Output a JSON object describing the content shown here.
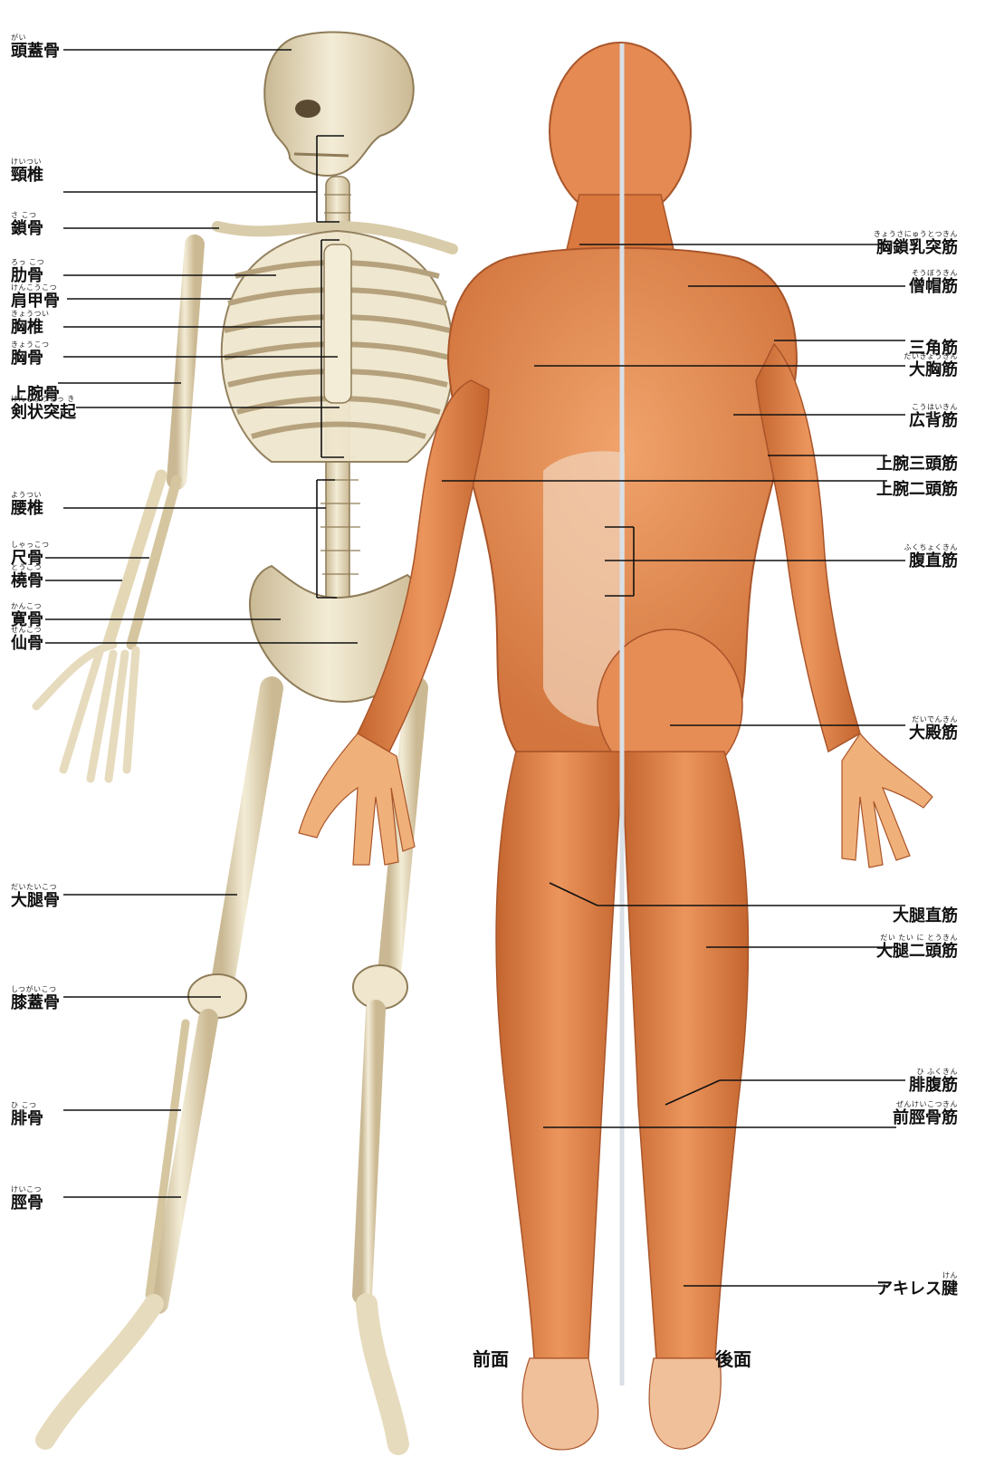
{
  "skeleton_labels": [
    {
      "id": "skull",
      "ruby": "がい",
      "text": "頭蓋骨"
    },
    {
      "id": "cervical",
      "ruby": "けいつい",
      "text": "頸椎"
    },
    {
      "id": "clavicle",
      "ruby": "さ こつ",
      "text": "鎖骨"
    },
    {
      "id": "rib",
      "ruby": "ろっ こつ",
      "text": "肋骨"
    },
    {
      "id": "scapula",
      "ruby": "けんこうこつ",
      "text": "肩甲骨"
    },
    {
      "id": "thoracic",
      "ruby": "きょうつい",
      "text": "胸椎"
    },
    {
      "id": "sternum",
      "ruby": "きょうこつ",
      "text": "胸骨"
    },
    {
      "id": "humerus",
      "ruby": "",
      "text": "上腕骨"
    },
    {
      "id": "xiphoid",
      "ruby": "けんじょうとっ き",
      "text": "剣状突起"
    },
    {
      "id": "lumbar",
      "ruby": "ようつい",
      "text": "腰椎"
    },
    {
      "id": "ulna",
      "ruby": "しゃっこつ",
      "text": "尺骨"
    },
    {
      "id": "radius",
      "ruby": "とうこつ",
      "text": "橈骨"
    },
    {
      "id": "hip",
      "ruby": "かんこつ",
      "text": "寛骨"
    },
    {
      "id": "sacrum",
      "ruby": "せんこつ",
      "text": "仙骨"
    },
    {
      "id": "femur",
      "ruby": "だいたいこつ",
      "text": "大腿骨"
    },
    {
      "id": "patella",
      "ruby": "しつがいこつ",
      "text": "膝蓋骨"
    },
    {
      "id": "fibula",
      "ruby": "ひ こつ",
      "text": "腓骨"
    },
    {
      "id": "tibia",
      "ruby": "けいこつ",
      "text": "脛骨"
    }
  ],
  "muscle_labels": [
    {
      "id": "scm",
      "ruby": "きょうさにゅうとつきん",
      "text": "胸鎖乳突筋"
    },
    {
      "id": "trapezius",
      "ruby": "そうぼうきん",
      "text": "僧帽筋"
    },
    {
      "id": "deltoid",
      "ruby": "",
      "text": "三角筋"
    },
    {
      "id": "pectoralis",
      "ruby": "だいきょうきん",
      "text": "大胸筋"
    },
    {
      "id": "latissimus",
      "ruby": "こうはいきん",
      "text": "広背筋"
    },
    {
      "id": "triceps",
      "ruby": "",
      "text": "上腕三頭筋"
    },
    {
      "id": "biceps",
      "ruby": "",
      "text": "上腕二頭筋"
    },
    {
      "id": "rectus_abdominis",
      "ruby": "ふくちょくきん",
      "text": "腹直筋"
    },
    {
      "id": "gluteus",
      "ruby": "だいでんきん",
      "text": "大殿筋"
    },
    {
      "id": "rectus_femoris",
      "ruby": "",
      "text": "大腿直筋"
    },
    {
      "id": "biceps_femoris",
      "ruby": "だい たい に とうきん",
      "text": "大腿二頭筋"
    },
    {
      "id": "gastrocnemius",
      "ruby": "ひ ふくきん",
      "text": "腓腹筋"
    },
    {
      "id": "tibialis_anterior",
      "ruby": "ぜんけいこつきん",
      "text": "前脛骨筋"
    },
    {
      "id": "achilles",
      "ruby": "けん",
      "text": "アキレス腱"
    }
  ],
  "views": {
    "front": "前面",
    "back": "後面"
  },
  "colors": {
    "bone": "#eee5cc",
    "bone_shade": "#c9b893",
    "muscle": "#e2894f",
    "muscle_dark": "#b85a2a",
    "muscle_light": "#f2b98a",
    "tendon": "#f4e3d0",
    "leader_line": "#111111"
  }
}
